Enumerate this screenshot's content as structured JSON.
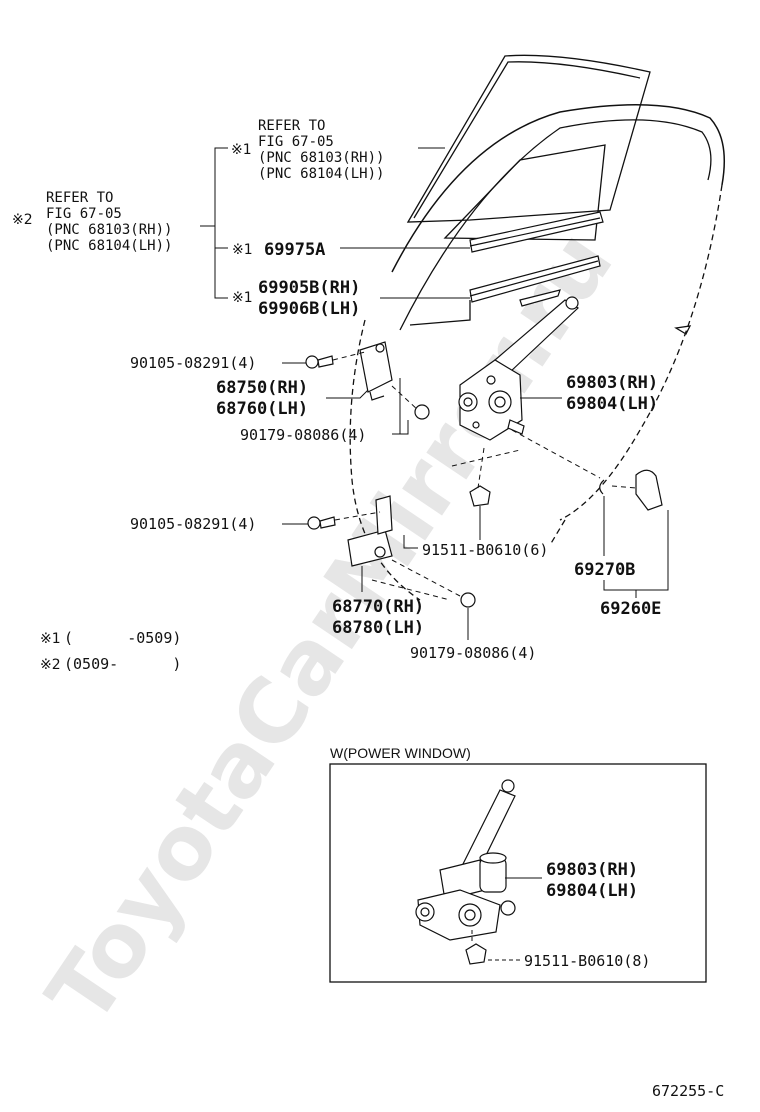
{
  "watermark": "ToyotaCarMirror.ru",
  "refs": {
    "ref1": {
      "mark": "※1",
      "line1": "REFER TO",
      "line2": "FIG 67-05",
      "line3": "(PNC 68103(RH))",
      "line4": "(PNC 68104(LH))"
    },
    "ref2": {
      "mark": "※2",
      "line1": "REFER TO",
      "line2": "FIG 67-05",
      "line3": "(PNC 68103(RH))",
      "line4": "(PNC 68104(LH))"
    }
  },
  "parts": {
    "p69975a": {
      "mark": "※1",
      "code": "69975A"
    },
    "p69905b": {
      "mark": "※1",
      "rh": "69905B(RH)",
      "lh": "69906B(LH)"
    },
    "bolt_upper": "90105-08291(4)",
    "hinge_upper": {
      "rh": "68750(RH)",
      "lh": "68760(LH)"
    },
    "nut_upper": "90179-08086(4)",
    "regulator": {
      "rh": "69803(RH)",
      "lh": "69804(LH)"
    },
    "bolt_lower": "90105-08291(4)",
    "screw_reg": "91511-B0610(6)",
    "clip": "69270B",
    "handle": "69260E",
    "hinge_lower": {
      "rh": "68770(RH)",
      "lh": "68780(LH)"
    },
    "nut_lower": "90179-08086(4)"
  },
  "notes": {
    "n1": {
      "mark": "※1",
      "text": "(      -0509)"
    },
    "n2": {
      "mark": "※2",
      "text": "(0509-      )"
    }
  },
  "inset": {
    "title": "W(POWER WINDOW)",
    "regulator": {
      "rh": "69803(RH)",
      "lh": "69804(LH)"
    },
    "screw": "91511-B0610(8)"
  },
  "figure_id": "672255-C"
}
